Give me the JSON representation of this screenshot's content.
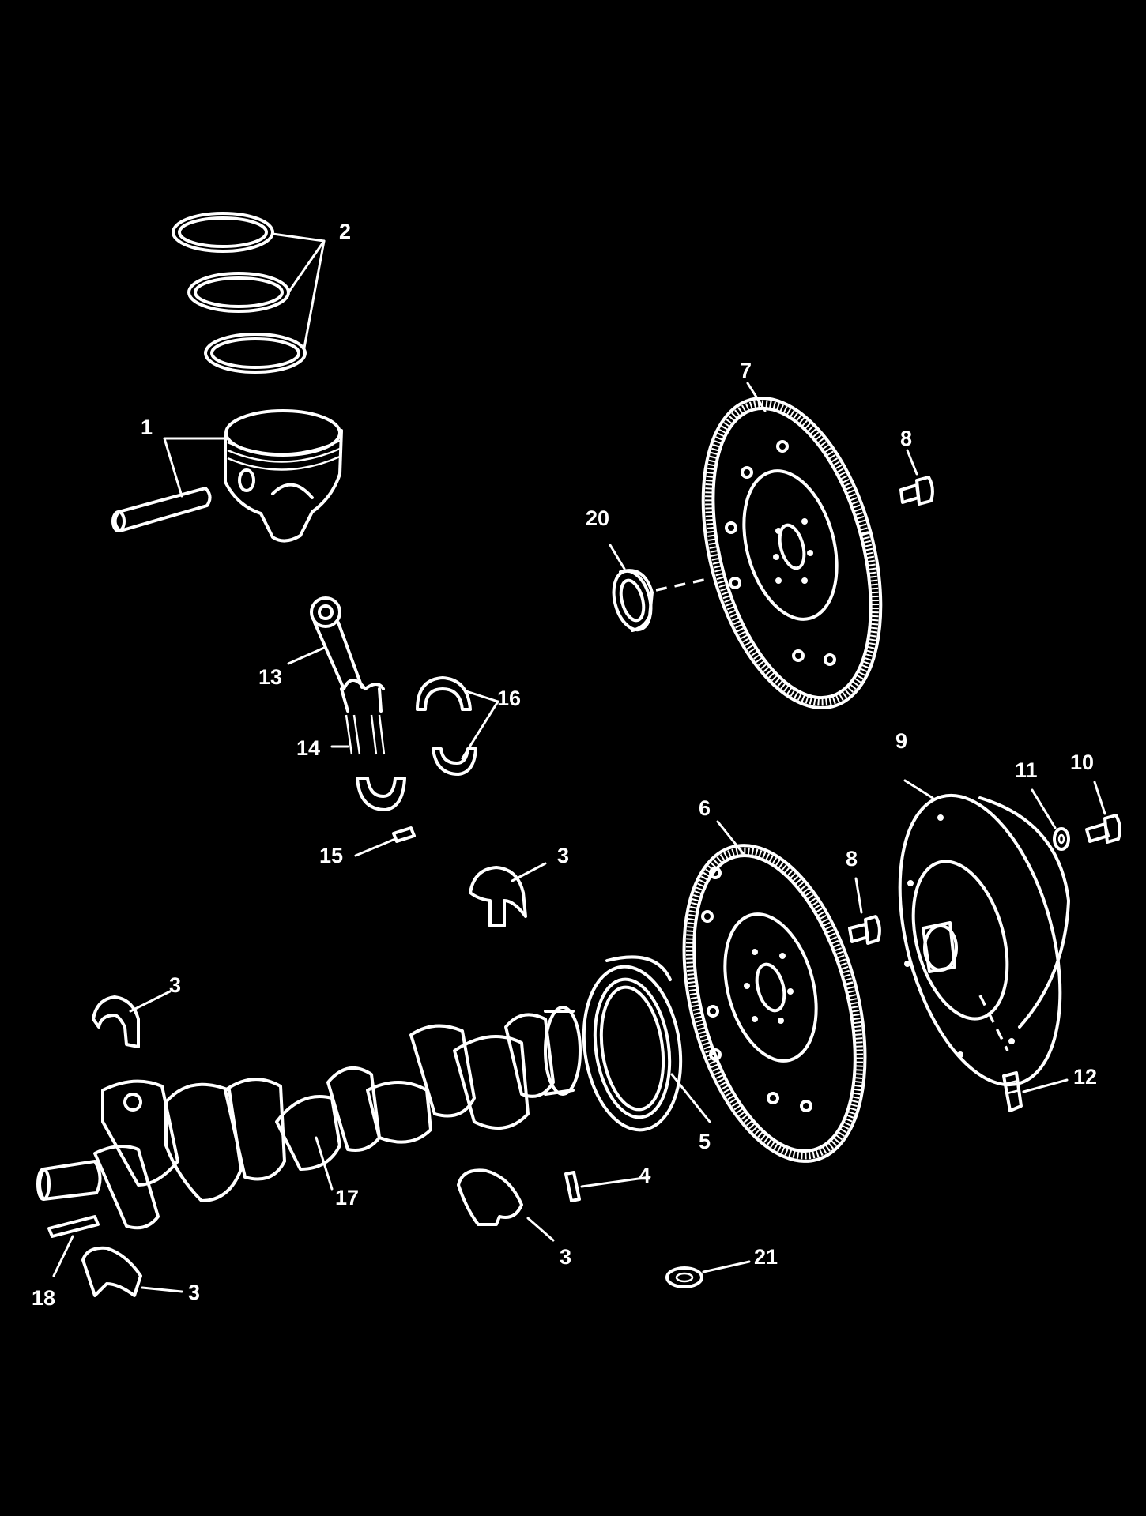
{
  "callouts": {
    "c1": "1",
    "c2": "2",
    "c3a": "3",
    "c3b": "3",
    "c3c": "3",
    "c3d": "3",
    "c4": "4",
    "c5": "5",
    "c6": "6",
    "c7": "7",
    "c8a": "8",
    "c8b": "8",
    "c9": "9",
    "c10": "10",
    "c11": "11",
    "c12": "12",
    "c13": "13",
    "c14": "14",
    "c15": "15",
    "c16": "16",
    "c17": "17",
    "c18": "18",
    "c20": "20",
    "c21": "21"
  },
  "colors": {
    "background": "#000000",
    "line": "#ffffff"
  }
}
